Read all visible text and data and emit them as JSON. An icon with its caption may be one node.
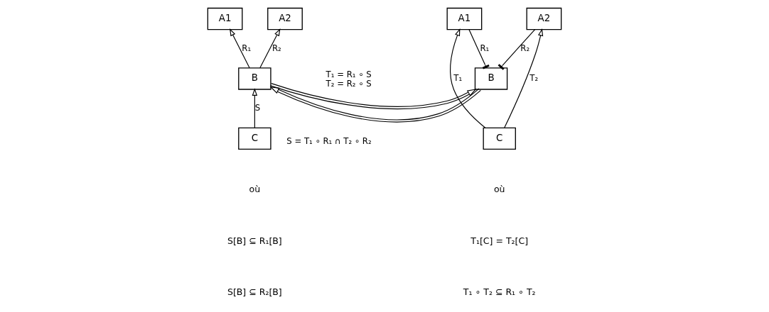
{
  "diagram": {
    "nodes": [
      {
        "text": [
          "A1"
        ]
      },
      {
        "text": [
          "A2"
        ]
      },
      {
        "text": [
          "B"
        ]
      },
      {
        "text": [
          "C"
        ]
      },
      {
        "text": [
          "A1"
        ]
      },
      {
        "text": [
          "A2"
        ]
      },
      {
        "text": [
          "B"
        ]
      },
      {
        "text": [
          "C"
        ]
      }
    ],
    "edges": [
      {
        "from": 2,
        "to": 0,
        "arrow": "to",
        "label": "R₁"
      },
      {
        "from": 2,
        "to": 1,
        "arrow": "to",
        "label": "R₂"
      },
      {
        "from": 3,
        "to": 2,
        "arrow": "to",
        "label": "S"
      },
      {
        "from": 2,
        "to": 6,
        "arrow": "to",
        "label": "T₁ = R₁ ∘ S T₂ = R₂ ∘ S"
      },
      {
        "from": 6,
        "to": 2,
        "arrow": "to",
        "label": "S = T₁ ∘ R₁ ∩ T₂ ∘ R₂"
      },
      {
        "from": 6,
        "to": 4,
        "arrow": "other",
        "label": "R₁"
      },
      {
        "from": 6,
        "to": 5,
        "arrow": "other",
        "label": "R₂"
      },
      {
        "from": 7,
        "to": 4,
        "arrow": "to",
        "label": "T₁"
      },
      {
        "from": 7,
        "to": 5,
        "arrow": "to",
        "label": "T₂"
      }
    ],
    "labels": [
      "où",
      "S[B] ⊆ R₁[B]",
      "S[B] ⊆ R₂[B]",
      "où",
      "T₁[C] = T₂[C]",
      "T₁ ∘ T₂ ⊆ R₁ ∘ T₂"
    ]
  }
}
